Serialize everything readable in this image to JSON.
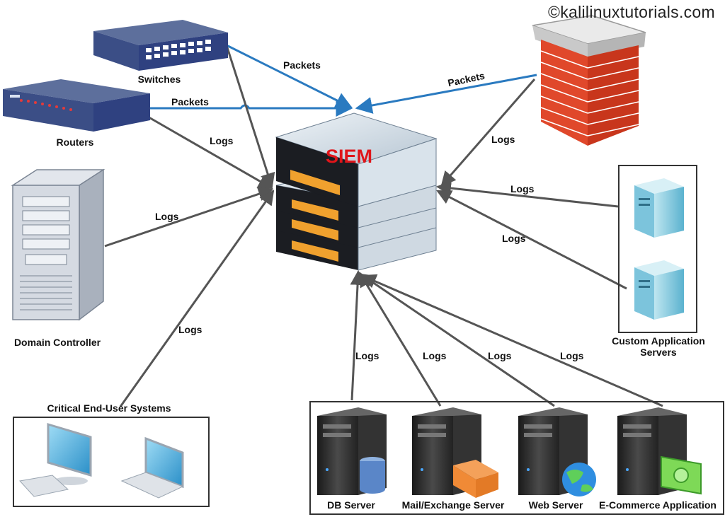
{
  "watermark": "©kalilinuxtutorials.com",
  "siem": {
    "title": "SIEM",
    "accent": "#e0151a"
  },
  "edge_labels": {
    "packets_switches": "Packets",
    "packets_routers": "Packets",
    "packets_firewall": "Packets",
    "logs_routers": "Logs",
    "logs_dc": "Logs",
    "logs_enduser": "Logs",
    "logs_firewall": "Logs",
    "logs_custom1": "Logs",
    "logs_custom2": "Logs",
    "logs_db": "Logs",
    "logs_mail": "Logs",
    "logs_web": "Logs",
    "logs_ecom": "Logs"
  },
  "nodes": {
    "switches": "Switches",
    "routers": "Routers",
    "domain_controller": "Domain Controller",
    "end_user_systems": "Critical End-User Systems",
    "custom_app_servers": "Custom Application Servers",
    "db_server": "DB Server",
    "mail_server": "Mail/Exchange Server",
    "web_server": "Web Server",
    "ecommerce": "E-Commerce Application"
  },
  "colors": {
    "packets_line": "#2a7ac0",
    "logs_line": "#555555"
  }
}
